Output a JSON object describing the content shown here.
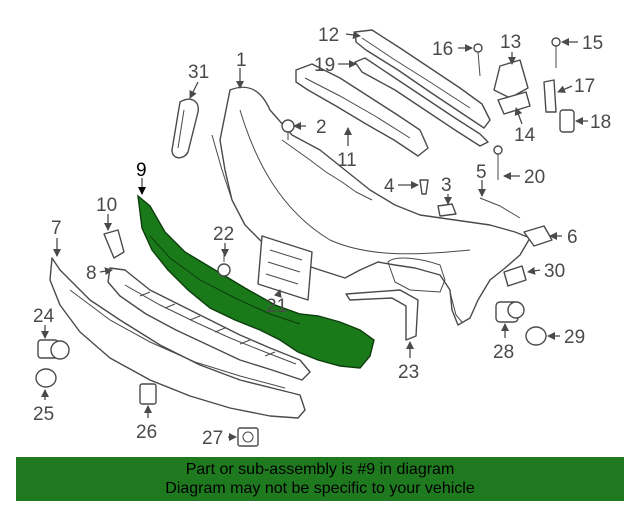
{
  "highlight_color": "#1a7a1a",
  "banner_color": "#1f7a1f",
  "callouts": [
    "1",
    "2",
    "3",
    "4",
    "5",
    "6",
    "7",
    "8",
    "9",
    "10",
    "11",
    "12",
    "13",
    "14",
    "15",
    "16",
    "17",
    "18",
    "19",
    "20",
    "21",
    "22",
    "23",
    "24",
    "25",
    "26",
    "27",
    "28",
    "29",
    "30",
    "31"
  ],
  "banner": {
    "line1": "Part or sub-assembly is #9 in diagram",
    "line2": "Diagram may not be specific to your vehicle"
  }
}
